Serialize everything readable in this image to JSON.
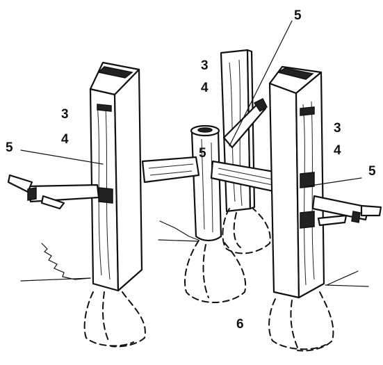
{
  "labels": [
    {
      "id": "top-5",
      "text": "5"
    },
    {
      "id": "mid-3",
      "text": "3"
    },
    {
      "id": "mid-4",
      "text": "4"
    },
    {
      "id": "left-3",
      "text": "3"
    },
    {
      "id": "left-4",
      "text": "4"
    },
    {
      "id": "right-3",
      "text": "3"
    },
    {
      "id": "right-4",
      "text": "4"
    },
    {
      "id": "left-5",
      "text": "5"
    },
    {
      "id": "center-5",
      "text": "5"
    },
    {
      "id": "right-5",
      "text": "5"
    },
    {
      "id": "bottom-6",
      "text": "6"
    }
  ]
}
